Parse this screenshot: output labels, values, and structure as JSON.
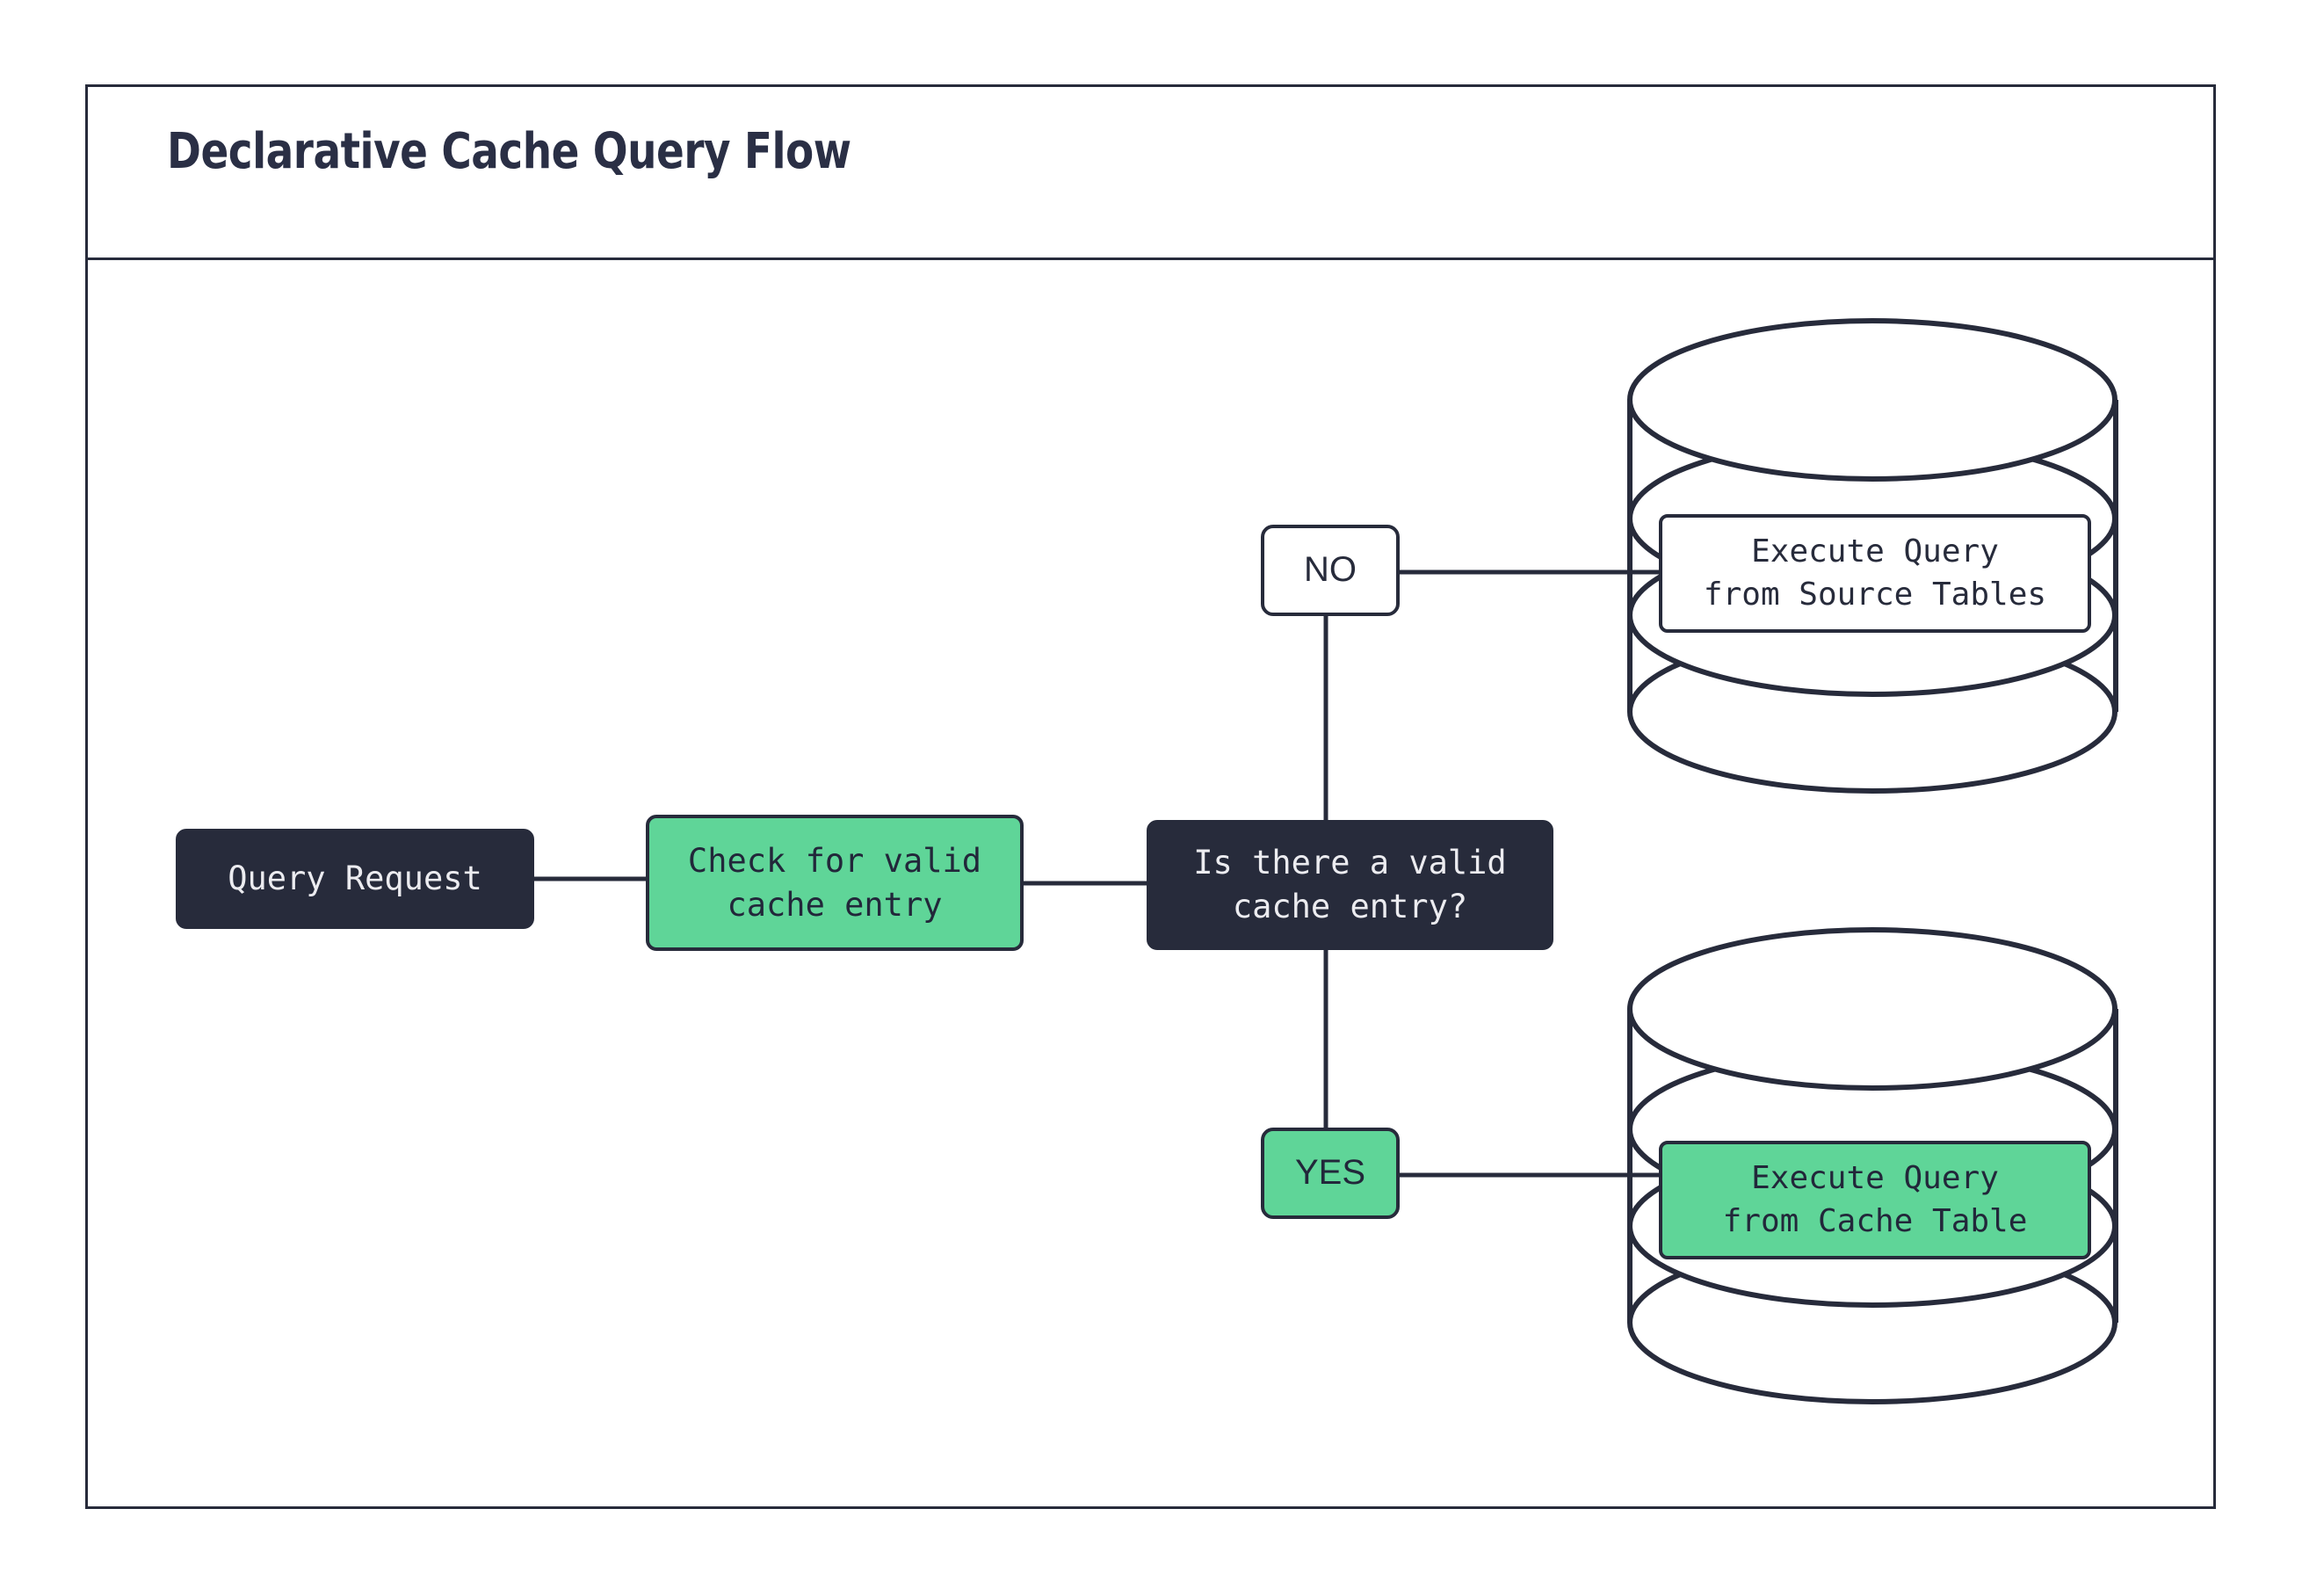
{
  "diagram": {
    "title": "Declarative Cache Query Flow",
    "colors": {
      "ink": "#272b3b",
      "green": "#5fd598",
      "dark_fill": "#272b3b",
      "white_fill": "#ffffff",
      "page_bg": "#ffffff"
    },
    "nodes": [
      {
        "id": "query-request",
        "label": "Query Request",
        "style": "dark",
        "shape": "rounded-rect"
      },
      {
        "id": "check-cache",
        "label": "Check for valid\ncache entry",
        "style": "green",
        "shape": "rounded-rect"
      },
      {
        "id": "decision",
        "label": "Is there a valid\ncache entry?",
        "style": "dark",
        "shape": "rounded-rect"
      },
      {
        "id": "branch-no",
        "label": "NO",
        "style": "white",
        "shape": "rounded-rect"
      },
      {
        "id": "branch-yes",
        "label": "YES",
        "style": "green",
        "shape": "rounded-rect"
      },
      {
        "id": "exec-source",
        "label": "Execute Query\nfrom Source Tables",
        "style": "white",
        "shape": "rounded-rect"
      },
      {
        "id": "exec-cache",
        "label": "Execute Query\nfrom Cache Table",
        "style": "green",
        "shape": "rounded-rect"
      }
    ],
    "databases": [
      {
        "id": "source-tables-db",
        "position": "top",
        "shape": "cylinder"
      },
      {
        "id": "cache-table-db",
        "position": "bottom",
        "shape": "cylinder"
      }
    ],
    "edges": [
      {
        "from": "query-request",
        "to": "check-cache",
        "label": ""
      },
      {
        "from": "check-cache",
        "to": "decision",
        "label": ""
      },
      {
        "from": "decision",
        "to": "branch-no",
        "label": "NO"
      },
      {
        "from": "decision",
        "to": "branch-yes",
        "label": "YES"
      },
      {
        "from": "branch-no",
        "to": "exec-source",
        "label": ""
      },
      {
        "from": "branch-yes",
        "to": "exec-cache",
        "label": ""
      }
    ]
  }
}
